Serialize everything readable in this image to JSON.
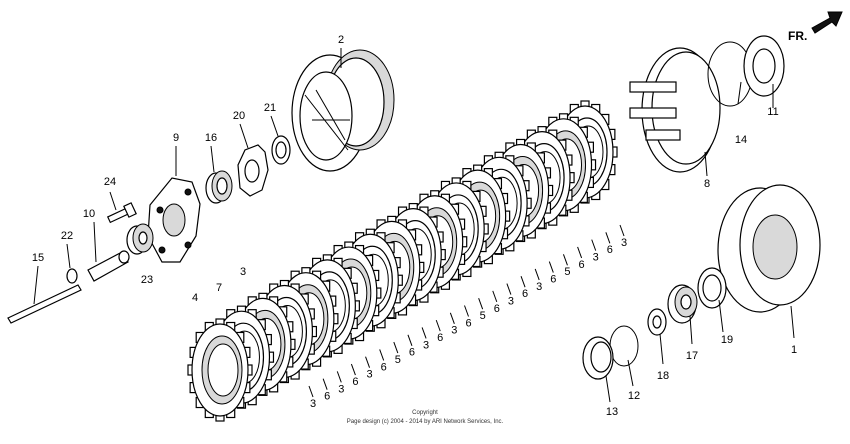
{
  "diagram": {
    "direction_label": "FR.",
    "copyright_line1": "Copyright",
    "copyright_line2": "Page design (c) 2004 - 2014 by ARI Network Services, Inc.",
    "callouts": [
      {
        "id": "c-2",
        "text": "2"
      },
      {
        "id": "c-21",
        "text": "21"
      },
      {
        "id": "c-20",
        "text": "20"
      },
      {
        "id": "c-16",
        "text": "16"
      },
      {
        "id": "c-9",
        "text": "9"
      },
      {
        "id": "c-24",
        "text": "24"
      },
      {
        "id": "c-10",
        "text": "10"
      },
      {
        "id": "c-22",
        "text": "22"
      },
      {
        "id": "c-15",
        "text": "15"
      },
      {
        "id": "c-23",
        "text": "23"
      },
      {
        "id": "c-4",
        "text": "4"
      },
      {
        "id": "c-7",
        "text": "7"
      },
      {
        "id": "c-3a",
        "text": "3"
      },
      {
        "id": "c-14",
        "text": "14"
      },
      {
        "id": "c-11",
        "text": "11"
      },
      {
        "id": "c-8",
        "text": "8"
      },
      {
        "id": "c-1",
        "text": "1"
      },
      {
        "id": "c-19",
        "text": "19"
      },
      {
        "id": "c-17",
        "text": "17"
      },
      {
        "id": "c-18",
        "text": "18"
      },
      {
        "id": "c-12",
        "text": "12"
      },
      {
        "id": "c-13",
        "text": "13"
      },
      {
        "id": "c-3b",
        "text": "3"
      },
      {
        "id": "c-6a",
        "text": "6"
      },
      {
        "id": "c-3c",
        "text": "3"
      },
      {
        "id": "c-6b",
        "text": "6"
      },
      {
        "id": "c-3d",
        "text": "3"
      },
      {
        "id": "c-6c",
        "text": "6"
      },
      {
        "id": "c-5a",
        "text": "5"
      },
      {
        "id": "c-6d",
        "text": "6"
      },
      {
        "id": "c-3e",
        "text": "3"
      },
      {
        "id": "c-6e",
        "text": "6"
      },
      {
        "id": "c-3f",
        "text": "3"
      },
      {
        "id": "c-6f",
        "text": "6"
      },
      {
        "id": "c-5b",
        "text": "5"
      },
      {
        "id": "c-6g",
        "text": "6"
      },
      {
        "id": "c-3g",
        "text": "3"
      },
      {
        "id": "c-6h",
        "text": "6"
      },
      {
        "id": "c-3h",
        "text": "3"
      },
      {
        "id": "c-6i",
        "text": "6"
      },
      {
        "id": "c-5c",
        "text": "5"
      },
      {
        "id": "c-6j",
        "text": "6"
      },
      {
        "id": "c-3i",
        "text": "3"
      },
      {
        "id": "c-6k",
        "text": "6"
      },
      {
        "id": "c-3j",
        "text": "3"
      }
    ]
  }
}
